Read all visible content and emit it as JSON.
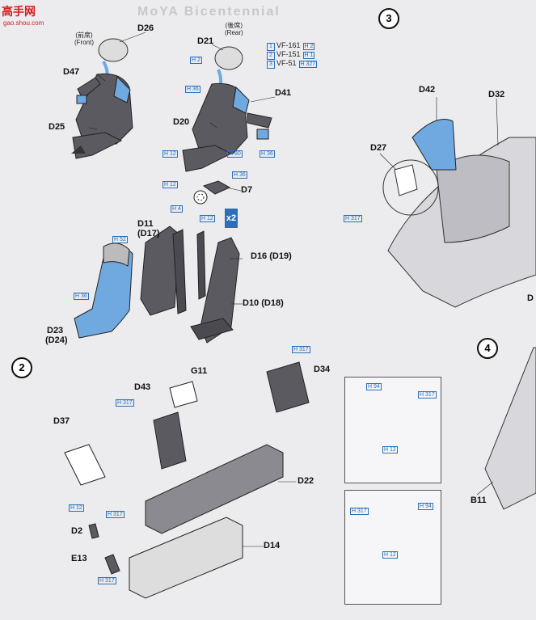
{
  "watermark": {
    "brand": "高手网",
    "url": "gao.shou.com"
  },
  "header_text": "MoYA Bicentennial",
  "steps": {
    "s2": "2",
    "s3": "3",
    "s4": "4"
  },
  "seat_front": {
    "jp": "(前席)",
    "en": "(Front)"
  },
  "seat_rear": {
    "jp": "(後席)",
    "en": "(Rear)"
  },
  "parts": {
    "D26": "D26",
    "D21": "D21",
    "D47": "D47",
    "D25": "D25",
    "D41": "D41",
    "D20": "D20",
    "D7": "D7",
    "D11": "D11",
    "D17": "(D17)",
    "D16": "D16 (D19)",
    "D10": "D10 (D18)",
    "D23": "D23",
    "D24": "(D24)",
    "D42": "D42",
    "D32": "D32",
    "D27": "D27",
    "G11": "G11",
    "D43": "D43",
    "D34": "D34",
    "D37": "D37",
    "D22": "D22",
    "D2": "D2",
    "D14": "D14",
    "E13": "E13",
    "B11": "B11",
    "D_edge": "D"
  },
  "squadrons": [
    {
      "num": "1",
      "name": "VF-161",
      "code": "H 2"
    },
    {
      "num": "2",
      "name": "VF-151",
      "code": "H 1"
    },
    {
      "num": "3",
      "name": "VF-51",
      "code": "H 327"
    }
  ],
  "multiplier": "x2",
  "colors": {
    "h12": "H 12",
    "h2": "H 2",
    "h36": "H 36",
    "h80": "H 80",
    "h4": "H 4",
    "h52": "H 52",
    "h317": "H 317",
    "h94": "H 94"
  },
  "accent": "#2a6fb8",
  "part_blue": "#6fa9e0",
  "part_gray": "#4a4a50"
}
